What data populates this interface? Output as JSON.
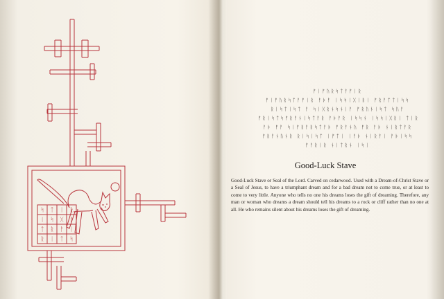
{
  "right_page": {
    "rune_lines": [
      "ᚠᛁᚠᚢᚱᛋᛏᚨᚠᛁᚱ",
      "ᚠᛁᚠᚢᚱᛋᛏᚨᚠᛁᚱ ᚨᚦᚨ ᛁᛋᛋᛁᚷᛁᚱᛁ ᚠᚱᚨᛏᛏᛁᛋᛋ",
      "ᚱᛁᛋᛏᛁᛋᛏ ᚨ ᛋᛁᚷᚱᚾᛋᚾᛁᚨ ᚠᚱᚢᚾᛁᛋᛏ ᛋᚢᚨ",
      "ᚠᚱᛁᛋᛏᛋᚠᚱᚨᚾᛁᛋᛏᚨᚱ ᚨᚦᚨᚱ ᛁᛋᛋᚾ ᛁᛋᛋᛁᚷᚱᛁ ᛏᛁᚱ",
      "ᚨᚦ ᚠᚨ ᛋᛁᚠᚱᚨᚱᛋᛏᚨᚦ ᚠᚱᚨᚾᚢ ᚠᚱ ᚨᚦ ᚾᛁᚱᛏᚨᚱ",
      "ᚠᚱᚨᚾᚢᚾᚱ ᚱᛁᛋᛁᛋᛏ ᛁᚠᛏᛁ ᛁᚨᚦ ᚾᛁᚱᚨᛁ ᚨᚦᛁᛋᛋ",
      "ᚠᚨᚱᛁᚱ ᚾᛁᛏᚱᚾ ᛁᛋᛁ"
    ],
    "title": "Good-Luck Stave",
    "body": "Good-Luck Stave or Seal of the Lord. Carved on cedarwood. Used with a Dream-of-Christ Stave or a Seal of Jesus, to have a triumphant dream and for a bad dream not to come true, or at least to come to very little. Anyone who tells no one his dreams loses the gift of dreaming. Therefore, any man or woman who dreams a dream should tell his dreams to a rock or cliff rather than no one at all. He who remains silent about his dreams loses the gift of dreaming."
  },
  "left_page": {
    "grid_runes": [
      [
        "ᛋ",
        "ᛏ",
        "ᛁ",
        "ᚱ"
      ],
      [
        "ᛁ",
        "ᛋ",
        "ᚷ",
        "ᚨ"
      ],
      [
        "ᛏ",
        "ᚱ",
        "ᚨ",
        "ᛁ"
      ],
      [
        "ᚱ",
        "ᛁ",
        "ᛏ",
        "ᛋ"
      ]
    ]
  },
  "colors": {
    "ink_red": "#b8343c",
    "ink_dark": "#2a2623",
    "paper": "#f7f3ea"
  }
}
